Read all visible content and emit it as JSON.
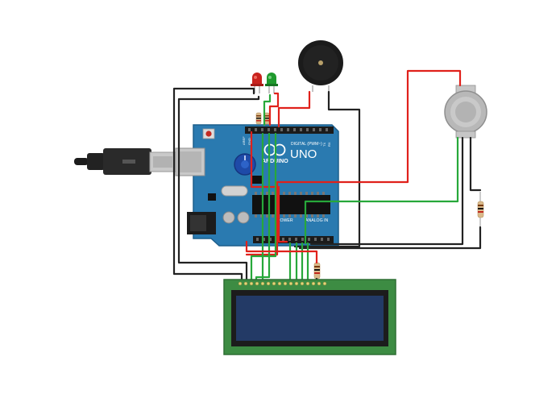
{
  "board": {
    "brand": "ARDUINO",
    "model": "UNO",
    "header_digital": "DIGITAL (PWM~)",
    "header_power": "POWER",
    "header_analog": "ANALOG IN",
    "label_aref": "AREF",
    "label_gnd": "GND",
    "label_tx": "TX",
    "label_rx": "RX"
  },
  "components": [
    {
      "name": "arduino-uno",
      "icon": "arduino-board-icon"
    },
    {
      "name": "usb-cable",
      "icon": "usb-plug-icon"
    },
    {
      "name": "red-led",
      "icon": "led-icon",
      "color": "#c8221d"
    },
    {
      "name": "green-led",
      "icon": "led-icon",
      "color": "#1f9a2e"
    },
    {
      "name": "piezo-buzzer",
      "icon": "buzzer-icon"
    },
    {
      "name": "gas-sensor",
      "icon": "sensor-icon"
    },
    {
      "name": "lcd-16x2",
      "icon": "lcd-icon"
    },
    {
      "name": "potentiometer",
      "icon": "knob-icon"
    }
  ],
  "colors": {
    "board": "#2a7ab0",
    "wire_red": "#e0211b",
    "wire_black": "#222222",
    "wire_green": "#27a83a",
    "lcd_pcb": "#3d8c43",
    "lcd_screen": "#233a66"
  }
}
